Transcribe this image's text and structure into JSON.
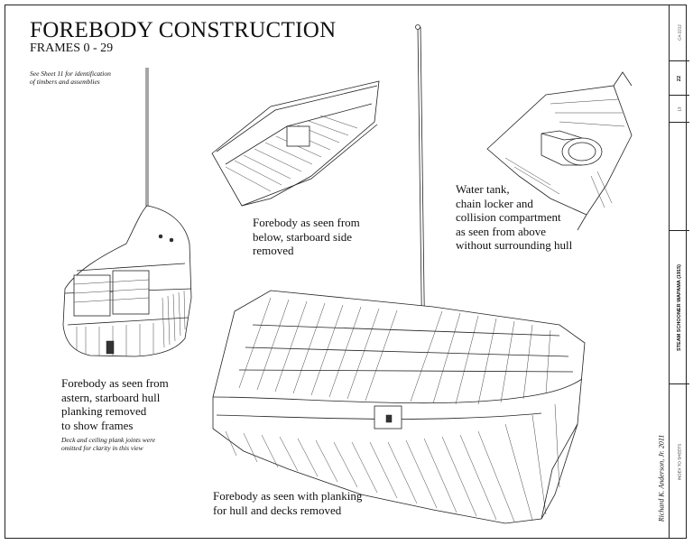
{
  "title": "FOREBODY CONSTRUCTION",
  "subtitle": "FRAMES 0 - 29",
  "reference_note": [
    "See Sheet 11 for identification",
    "of timbers and assemblies"
  ],
  "captions": {
    "astern": [
      "Forebody as seen from",
      "astern, starboard hull",
      "planking removed",
      "to show frames"
    ],
    "astern_note": [
      "Deck and ceiling plank joints were",
      "omitted for clarity in this view"
    ],
    "below": [
      "Forebody as seen from",
      "below, starboard side",
      "removed"
    ],
    "water_tank": [
      "Water tank,",
      "chain locker and",
      "collision compartment",
      "as seen from above",
      "without surrounding hull"
    ],
    "no_planking": [
      "Forebody as seen with planking",
      "for hull and decks removed"
    ]
  },
  "signature": "Richard K. Anderson, Jr. 2011",
  "title_block": {
    "project": "STEAM SCHOONER WAPAMA (1915)",
    "sheet_number": "22",
    "sheet_total": "13",
    "survey_code": "CA-2212",
    "index_label": "INDEX TO SHEETS"
  }
}
